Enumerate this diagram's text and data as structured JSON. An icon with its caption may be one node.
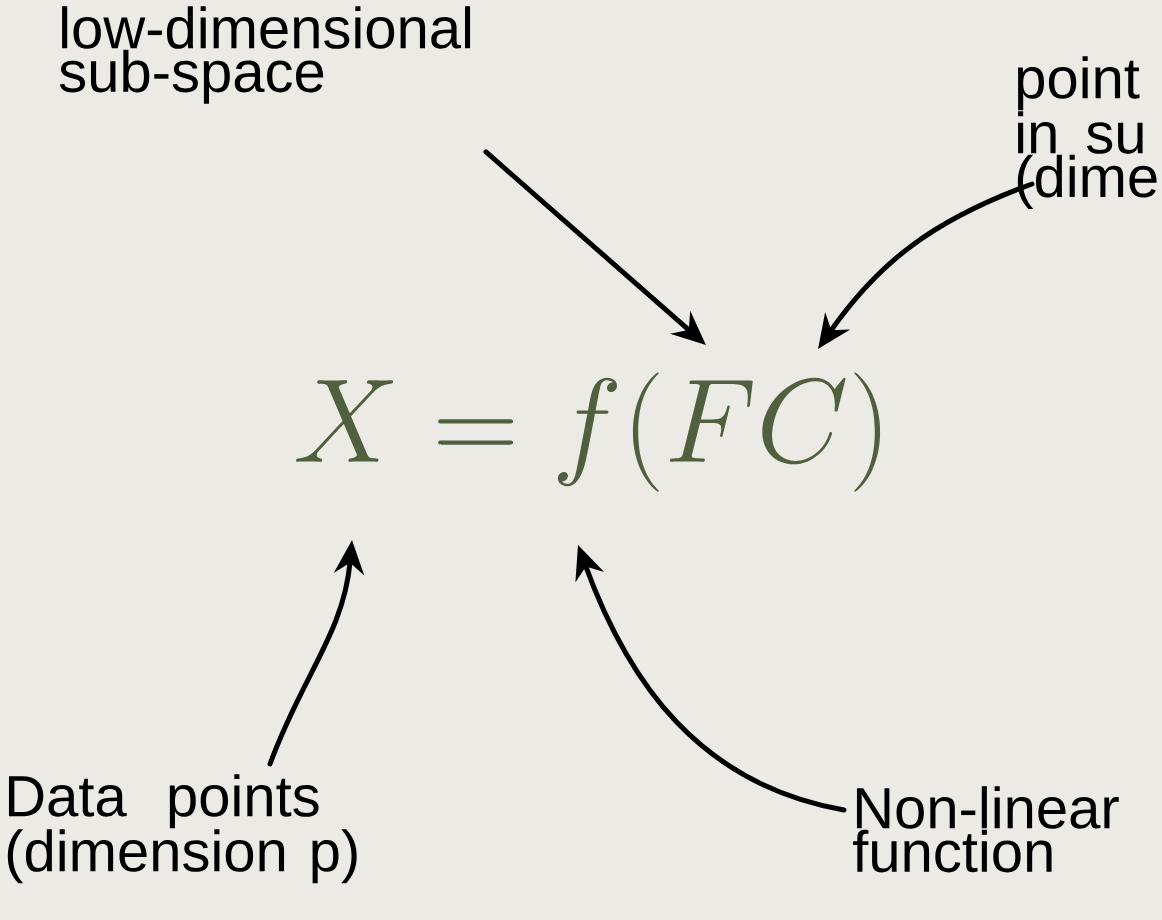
{
  "diagram": {
    "nodes": [
      {
        "text": [
          "low-dimensional sub-space"
        ]
      },
      {
        "text": [
          "point in su (dime"
        ]
      },
      {
        "text": [
          "X = f(FC)"
        ]
      },
      {
        "text": [
          "Data points (dimension p)"
        ]
      },
      {
        "text": [
          "Non-linear function"
        ]
      }
    ],
    "edges": [
      {
        "from": 0,
        "to": 2,
        "arrow": "to"
      },
      {
        "from": 1,
        "to": 2,
        "arrow": "to"
      },
      {
        "from": 3,
        "to": 2,
        "arrow": "to"
      },
      {
        "from": 4,
        "to": 2,
        "arrow": "to"
      }
    ]
  }
}
